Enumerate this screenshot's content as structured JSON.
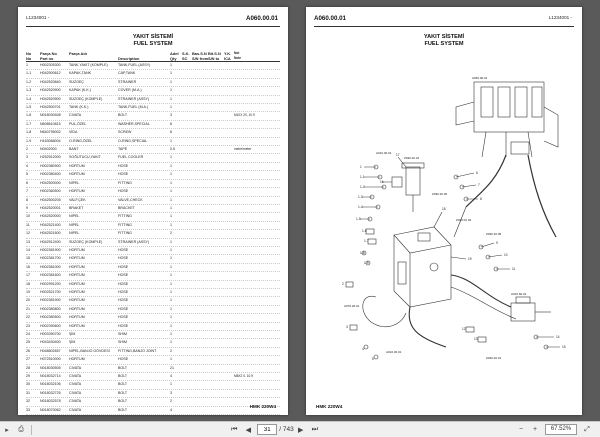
{
  "left_page": {
    "doc_id": "L1234001 -",
    "section_code": "A060.00.01",
    "title_tr": "YAKIT SİSTEMİ",
    "title_en": "FUEL SYSTEM",
    "headers_row1": [
      "No",
      "Parça No",
      "Parça Adı",
      "",
      "Adet",
      "S.K.",
      "Bas.S.N",
      "Bit.S.N",
      "Y.K.",
      "Not"
    ],
    "headers_row2": [
      "No",
      "Part no",
      "",
      "Description",
      "Qty",
      "SC",
      "S/N from",
      "S/N to",
      "ICA",
      "Note"
    ],
    "rows": [
      [
        "1",
        "H002305300",
        "TANK,YAKIT (KOMPLE)",
        "TANK,FUEL (ASSY)",
        "1",
        "",
        "",
        "",
        "",
        ""
      ],
      [
        "1-1",
        "H042500612",
        "KAPAK,TANK",
        "CAP,TANK",
        "1",
        "",
        "",
        "",
        "",
        ""
      ],
      [
        "1-2",
        "H042520840",
        "SÜZGEÇ",
        "STRAINER",
        "1",
        "",
        "",
        "",
        "",
        ""
      ],
      [
        "1-3",
        "H042520900",
        "KAPAK (K.K.)",
        "COVER (M.A.)",
        "1",
        "",
        "",
        "",
        "",
        ""
      ],
      [
        "1-4",
        "H042520900",
        "SÜZGEÇ (KOMPLE)",
        "STRAINER (ASSY)",
        "1",
        "",
        "",
        "",
        "",
        ""
      ],
      [
        "1-5",
        "H042500701",
        "TANK (K.K.)",
        "TANK,FUEL (M.A.)",
        "1",
        "",
        "",
        "",
        "",
        ""
      ],
      [
        "1-6",
        "N018030408",
        "CIVATA",
        "BOLT",
        "3",
        "",
        "",
        "",
        "",
        "M10X 20, 10.9"
      ],
      [
        "1-7",
        "N608610815",
        "PUL,ÖZEL",
        "WASHER,SPECIAL",
        "6",
        "",
        "",
        "",
        "",
        ""
      ],
      [
        "1-8",
        "N640795002",
        "VİDA",
        "SCREW",
        "6",
        "",
        "",
        "",
        "",
        ""
      ],
      [
        "1-9",
        "H163068004",
        "O-RİNG,ÖZEL",
        "O-RING,SPECIAL",
        "1",
        "",
        "",
        "",
        "",
        ""
      ],
      [
        "2",
        "N0402000",
        "BANT",
        "TAPE",
        "0.5",
        "",
        "",
        "",
        "",
        "metre/meter"
      ],
      [
        "3",
        "H252512000",
        "SOĞUTUCU,YAKIT",
        "FUEL COOLER",
        "1",
        "",
        "",
        "",
        "",
        ""
      ],
      [
        "4",
        "H002380900",
        "HORTUM",
        "HOSE",
        "1",
        "",
        "",
        "",
        "",
        ""
      ],
      [
        "5",
        "H002380400",
        "HORTUM",
        "HOSE",
        "1",
        "",
        "",
        "",
        "",
        ""
      ],
      [
        "6",
        "H042500000",
        "NİPEL",
        "FITTING",
        "1",
        "",
        "",
        "",
        "",
        ""
      ],
      [
        "7",
        "H002360500",
        "HORTUM",
        "HOSE",
        "1",
        "",
        "",
        "",
        "",
        ""
      ],
      [
        "8",
        "H042500205",
        "VALF,ÇEK",
        "VALVE,CHECK",
        "1",
        "",
        "",
        "",
        "",
        ""
      ],
      [
        "9",
        "H042520001",
        "BRAKET",
        "BRACKET",
        "1",
        "",
        "",
        "",
        "",
        ""
      ],
      [
        "10",
        "H042520000",
        "NİPEL",
        "FITTING",
        "1",
        "",
        "",
        "",
        "",
        ""
      ],
      [
        "11",
        "H042521400",
        "NİPEL",
        "FITTING",
        "1",
        "",
        "",
        "",
        "",
        ""
      ],
      [
        "12",
        "H042521600",
        "NİPEL",
        "FITTING",
        "2",
        "",
        "",
        "",
        "",
        ""
      ],
      [
        "13",
        "H042512400",
        "SÜZGEÇ (KOMPLE)",
        "STRAINER (ASSY)",
        "1",
        "",
        "",
        "",
        "",
        ""
      ],
      [
        "14",
        "H002381900",
        "HORTUM",
        "HOSE",
        "1",
        "",
        "",
        "",
        "",
        ""
      ],
      [
        "15",
        "H002381700",
        "HORTUM",
        "HOSE",
        "1",
        "",
        "",
        "",
        "",
        ""
      ],
      [
        "16",
        "H002381000",
        "HORTUM",
        "HOSE",
        "1",
        "",
        "",
        "",
        "",
        ""
      ],
      [
        "17",
        "H002381600",
        "HORTUM",
        "HOSE",
        "1",
        "",
        "",
        "",
        "",
        ""
      ],
      [
        "18",
        "H002991200",
        "HORTUM",
        "HOSE",
        "1",
        "",
        "",
        "",
        "",
        ""
      ],
      [
        "19",
        "H002521700",
        "HORTUM",
        "HOSE",
        "1",
        "",
        "",
        "",
        "",
        ""
      ],
      [
        "20",
        "H002381900",
        "HORTUM",
        "HOSE",
        "1",
        "",
        "",
        "",
        "",
        ""
      ],
      [
        "21",
        "H002380800",
        "HORTUM",
        "HOSE",
        "1",
        "",
        "",
        "",
        "",
        ""
      ],
      [
        "22",
        "H002380500",
        "HORTUM",
        "HOSE",
        "1",
        "",
        "",
        "",
        "",
        ""
      ],
      [
        "23",
        "H002390600",
        "HORTUM",
        "HOSE",
        "1",
        "",
        "",
        "",
        "",
        ""
      ],
      [
        "24",
        "H003390700",
        "ŞİM",
        "SHIM",
        "1",
        "",
        "",
        "",
        "",
        ""
      ],
      [
        "25",
        "H043430400",
        "ŞİM",
        "SHIM",
        "1",
        "",
        "",
        "",
        "",
        ""
      ],
      [
        "26",
        "H048802657",
        "NİPEL,BANJO GÖVDESİ",
        "FITTING,BANJO JOINT",
        "2",
        "",
        "",
        "",
        "",
        ""
      ],
      [
        "27",
        "H072510000",
        "HORTUM",
        "HOSE",
        "1",
        "",
        "",
        "",
        "",
        ""
      ],
      [
        "28",
        "N018030505",
        "CIVATA",
        "BOLT",
        "21",
        "",
        "",
        "",
        "",
        ""
      ],
      [
        "29",
        "N018032714",
        "CIVATA",
        "BOLT",
        "4",
        "",
        "",
        "",
        "",
        "M8X2 0, 10.9"
      ],
      [
        "30",
        "N018032106",
        "CIVATA",
        "BOLT",
        "1",
        "",
        "",
        "",
        "",
        ""
      ],
      [
        "31",
        "N018032725",
        "CIVATA",
        "BOLT",
        "3",
        "",
        "",
        "",
        "",
        ""
      ],
      [
        "32",
        "N018032578",
        "CIVATA",
        "BOLT",
        "2",
        "",
        "",
        "",
        "",
        ""
      ],
      [
        "33",
        "N018070062",
        "CIVATA",
        "BOLT",
        "4",
        "",
        "",
        "",
        "",
        ""
      ]
    ],
    "footer": "HMK 220W4"
  },
  "right_page": {
    "doc_id": "L1234001 -",
    "section_code": "A060.00.01",
    "title_tr": "YAKIT SİSTEMİ",
    "title_en": "FUEL SYSTEM",
    "footer": "HMK 220W4",
    "callouts": [
      "A060.00.01",
      "A010.30.01",
      "Z030.20.01",
      "Z030.30.05",
      "Z030.02.03",
      "Z030.30.05",
      "A010.60.01",
      "A070.26.01",
      "A010.30.01",
      "Z030.20.01"
    ]
  },
  "toolbar": {
    "current_page": "31",
    "total_pages": "/ 743",
    "zoom": "67.52%",
    "icons": [
      "select-icon",
      "print-icon",
      "prev-icon",
      "first-page-icon",
      "prev-page-icon",
      "next-page-icon",
      "last-page-icon",
      "zoom-out-icon",
      "zoom-in-icon",
      "fit-icon"
    ]
  }
}
